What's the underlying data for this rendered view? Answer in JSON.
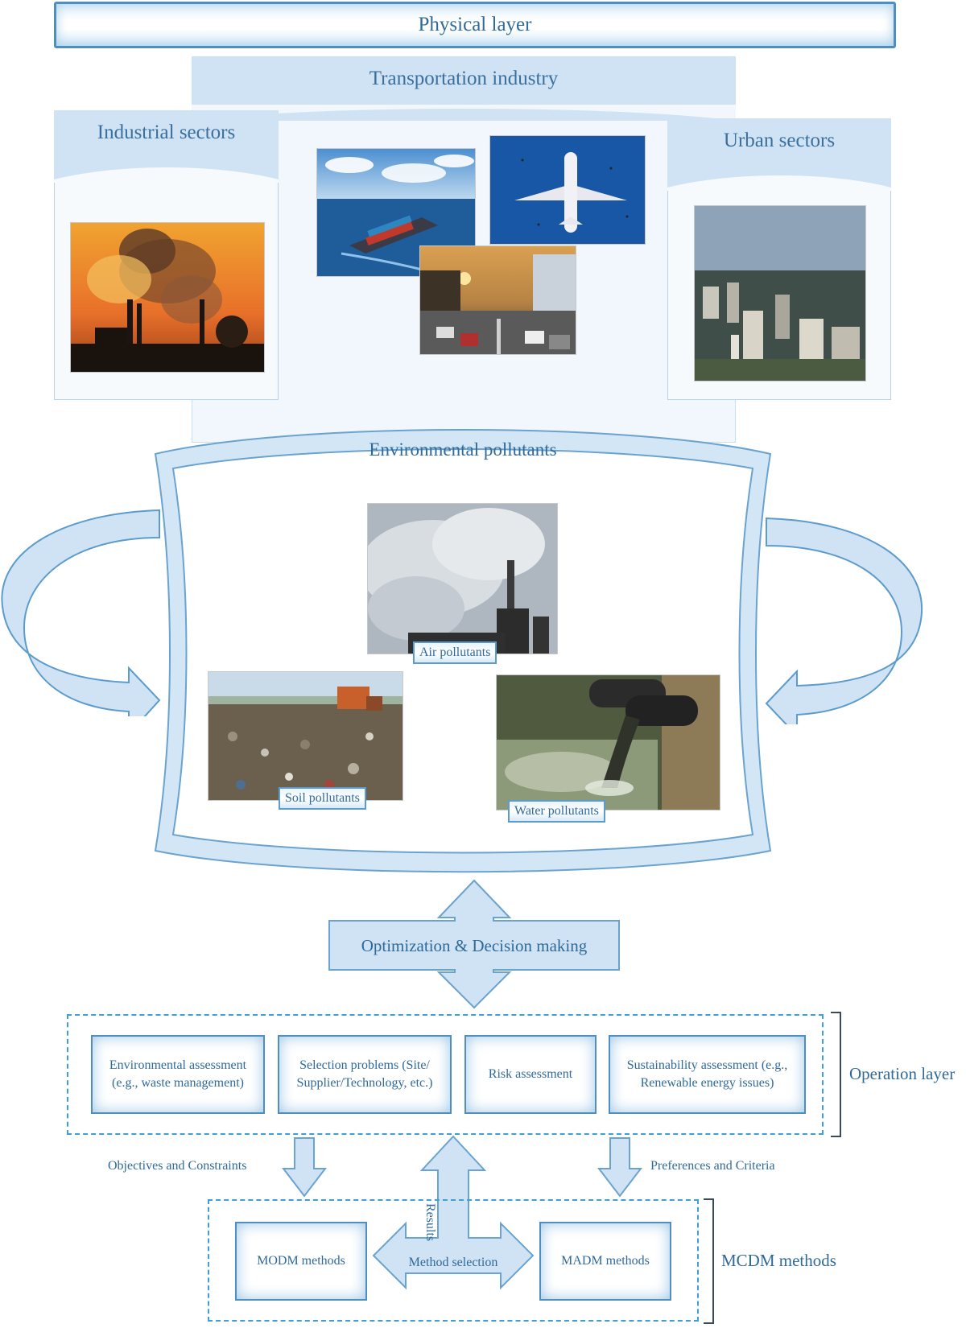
{
  "physical_layer": {
    "label": "Physical layer"
  },
  "transportation": {
    "label": "Transportation industry"
  },
  "industrial": {
    "label": "Industrial sectors"
  },
  "urban": {
    "label": "Urban sectors"
  },
  "pollutants": {
    "title": "Environmental pollutants",
    "air": "Air pollutants",
    "soil": "Soil pollutants",
    "water": "Water pollutants"
  },
  "optimization": {
    "label": "Optimization & Decision making"
  },
  "operation_layer": {
    "label": "Operation layer",
    "boxes": [
      {
        "line1": "Environmental assessment",
        "line2": "(e.g., waste management)"
      },
      {
        "line1": "Selection problems (Site/",
        "line2": "Supplier/Technology, etc.)"
      },
      {
        "line1": "Risk assessment",
        "line2": ""
      },
      {
        "line1": "Sustainability assessment (e.g.,",
        "line2": "Renewable energy issues)"
      }
    ]
  },
  "flows": {
    "objectives": "Objectives and Constraints",
    "preferences": "Preferences and Criteria",
    "results": "Results",
    "method_selection": "Method selection"
  },
  "mcdm": {
    "label": "MCDM methods",
    "modm": "MODM methods",
    "madm": "MADM methods"
  },
  "colors": {
    "primary": "#4f8fbf",
    "light_fill": "#cfe3f4",
    "text": "#2f6a9b"
  }
}
